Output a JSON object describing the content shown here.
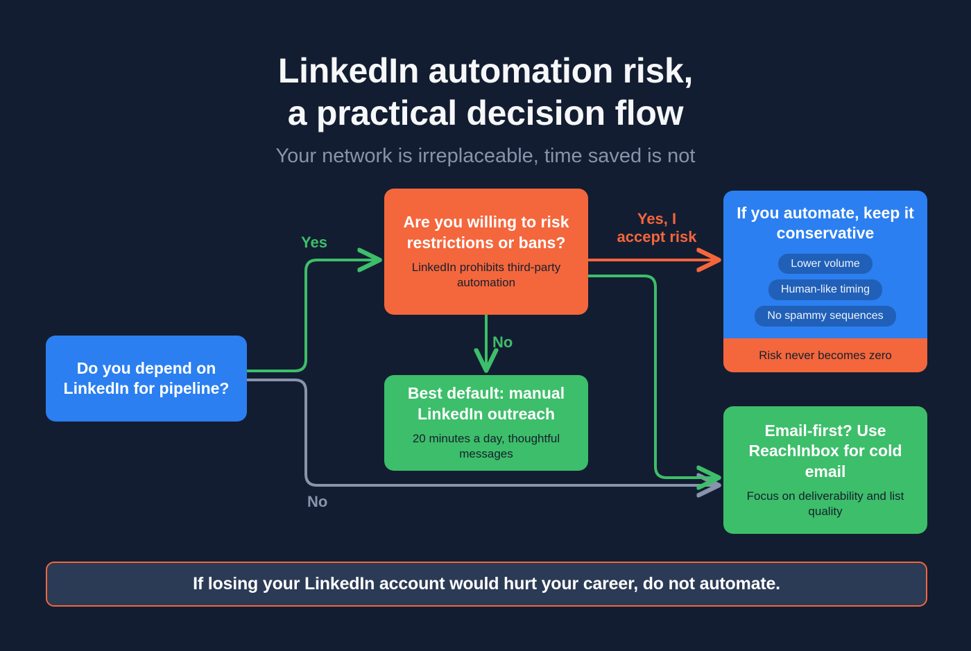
{
  "header": {
    "title_line1": "LinkedIn automation risk,",
    "title_line2": "a practical decision flow",
    "subtitle": "Your network is irreplaceable, time saved is not"
  },
  "nodes": {
    "start": {
      "title": "Do you depend on LinkedIn for pipeline?",
      "color": "#2b7ff0"
    },
    "risk": {
      "title": "Are you willing to risk restrictions or bans?",
      "sub": "LinkedIn prohibits third-party automation",
      "color": "#f4663c"
    },
    "manual": {
      "title": "Best default: manual LinkedIn outreach",
      "sub": "20 minutes a day, thoughtful messages",
      "color": "#3dbe6a"
    },
    "conservative": {
      "title": "If you automate, keep it conservative",
      "pills": [
        "Lower volume",
        "Human-like timing",
        "No spammy sequences"
      ],
      "footer": "Risk never becomes zero",
      "color": "#2b7ff0",
      "footer_color": "#f4663c"
    },
    "email": {
      "title": "Email-first? Use ReachInbox for cold email",
      "sub": "Focus on deliverability and list quality",
      "color": "#3dbe6a"
    }
  },
  "edges": [
    {
      "label": "Yes",
      "color": "#3dbe6a",
      "from": "start",
      "to": "risk"
    },
    {
      "label": "No",
      "color": "#8794ab",
      "from": "start",
      "to": "email"
    },
    {
      "label": "Yes, I\naccept risk",
      "color": "#f4663c",
      "from": "risk",
      "to": "conservative"
    },
    {
      "label": "No",
      "color": "#3dbe6a",
      "from": "risk",
      "to": "manual"
    },
    {
      "label": "",
      "color": "#3dbe6a",
      "from": "risk",
      "to": "email"
    }
  ],
  "banner": {
    "text": "If losing your LinkedIn account would hurt your career, do not automate.",
    "border_color": "#f4663c",
    "fill_color": "#2b3a55"
  },
  "theme": {
    "background": "#131d31",
    "title_color": "#f6f7f9",
    "subtitle_color": "#8794ab",
    "pill_color": "#2160b8"
  }
}
